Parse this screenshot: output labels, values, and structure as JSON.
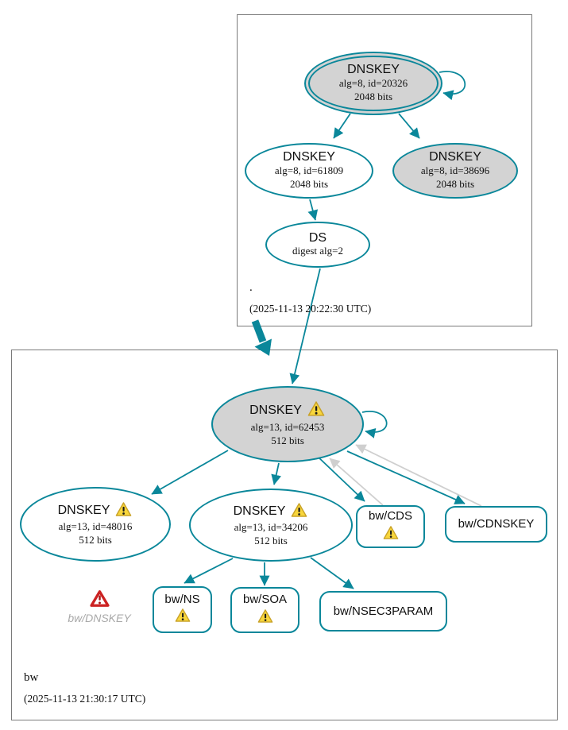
{
  "colors": {
    "secure_teal": "#0a879a",
    "node_fill_gray": "#d3d3d3",
    "insecure_edge_gray": "#cfcfcf",
    "cluster_border_gray": "#7a7a7a",
    "warning_yellow": "#f8d63c",
    "error_red": "#cc2222",
    "dimmed_text_gray": "#a9a9a9"
  },
  "diagram": {
    "root": {
      "zone_label": ".",
      "timestamp": "(2025-11-13 20:22:30 UTC)",
      "ksk": {
        "title": "DNSKEY",
        "attrs": "alg=8, id=20326",
        "bits": "2048 bits"
      },
      "zsk": {
        "title": "DNSKEY",
        "attrs": "alg=8, id=61809",
        "bits": "2048 bits"
      },
      "key38696": {
        "title": "DNSKEY",
        "attrs": "alg=8, id=38696",
        "bits": "2048 bits"
      },
      "ds": {
        "title": "DS",
        "attrs": "digest alg=2"
      }
    },
    "bw": {
      "zone_label": "bw",
      "timestamp": "(2025-11-13 21:30:17 UTC)",
      "ksk": {
        "title": "DNSKEY",
        "attrs": "alg=13, id=62453",
        "bits": "512 bits"
      },
      "key48016": {
        "title": "DNSKEY",
        "attrs": "alg=13, id=48016",
        "bits": "512 bits"
      },
      "zsk": {
        "title": "DNSKEY",
        "attrs": "alg=13, id=34206",
        "bits": "512 bits"
      },
      "cds": {
        "title": "bw/CDS"
      },
      "cdnskey": {
        "title": "bw/CDNSKEY"
      },
      "dnskey_missing": {
        "title": "bw/DNSKEY"
      },
      "ns": {
        "title": "bw/NS"
      },
      "soa": {
        "title": "bw/SOA"
      },
      "nsec3param": {
        "title": "bw/NSEC3PARAM"
      }
    }
  }
}
